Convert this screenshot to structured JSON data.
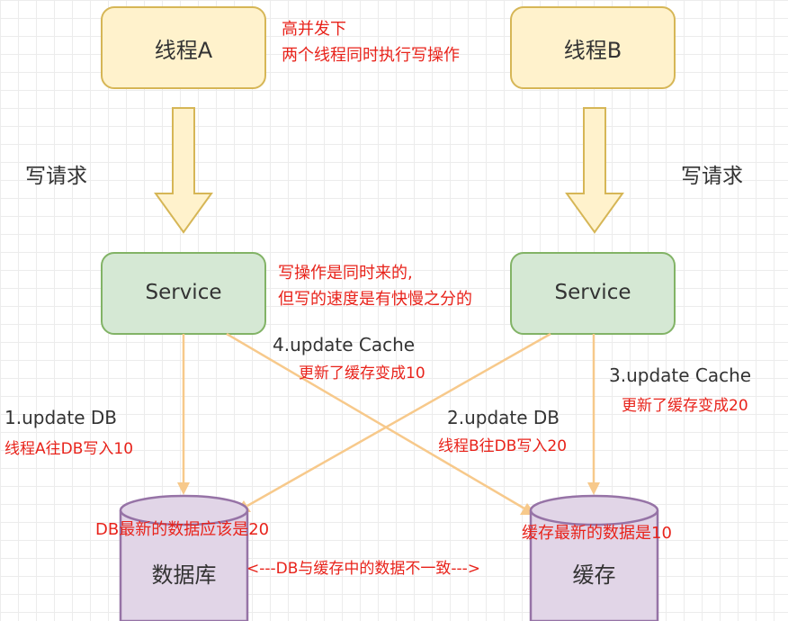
{
  "threads": {
    "a": "线程A",
    "b": "线程B"
  },
  "note_concurrency": {
    "line1": "高并发下",
    "line2": "两个线程同时执行写操作"
  },
  "write_request": {
    "left": "写请求",
    "right": "写请求"
  },
  "services": {
    "left": "Service",
    "right": "Service"
  },
  "note_speed": {
    "line1": "写操作是同时来的,",
    "line2": "但写的速度是有快慢之分的"
  },
  "steps": {
    "step1": {
      "title": "1.update DB",
      "desc": "线程A往DB写入10"
    },
    "step2": {
      "title": "2.update DB",
      "desc": "线程B往DB写入20"
    },
    "step3": {
      "title": "3.update Cache",
      "desc": "更新了缓存变成20"
    },
    "step4": {
      "title": "4.update Cache",
      "desc": "更新了缓存变成10"
    }
  },
  "stores": {
    "db": "数据库",
    "cache": "缓存"
  },
  "notes_result": {
    "db": "DB最新的数据应该是20",
    "cache": "缓存最新的数据是10",
    "inconsistency": "<---DB与缓存中的数据不一致--->"
  },
  "colors": {
    "thread_fill": "#fff2cc",
    "thread_stroke": "#d6b656",
    "service_fill": "#d5e8d4",
    "service_stroke": "#82b366",
    "store_fill": "#e1d5e7",
    "store_stroke": "#9673a6",
    "arrow_line": "#f7c98b",
    "annotation_red": "#e8231b"
  }
}
